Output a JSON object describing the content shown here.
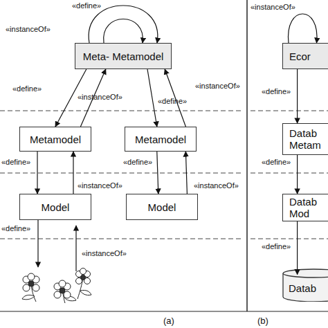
{
  "diagram": {
    "nodes": [
      {
        "text": [
          "Meta- Metamodel"
        ]
      },
      {
        "text": [
          "Metamodel"
        ]
      },
      {
        "text": [
          "Metamodel"
        ]
      },
      {
        "text": [
          "Model"
        ]
      },
      {
        "text": [
          "Model"
        ]
      },
      {
        "text": [
          "Ecor"
        ]
      },
      {
        "text": [
          "Datab Metam"
        ]
      },
      {
        "text": [
          "Datab Mod"
        ]
      },
      {
        "text": [
          "Datab"
        ]
      }
    ],
    "edges": [
      {
        "from": 0,
        "to": 0,
        "label": "«instanceOf»",
        "arrow": "to"
      },
      {
        "from": 0,
        "to": 0,
        "label": "«define»",
        "arrow": "to"
      },
      {
        "from": 0,
        "to": 1,
        "label": "«define»",
        "arrow": "to"
      },
      {
        "from": 1,
        "to": 0,
        "label": "«instanceOf»",
        "arrow": "to"
      },
      {
        "from": 0,
        "to": 2,
        "label": "«define»",
        "arrow": "to"
      },
      {
        "from": 2,
        "to": 0,
        "label": "«instanceOf»",
        "arrow": "to"
      },
      {
        "from": 1,
        "to": 3,
        "label": "«define»",
        "arrow": "to"
      },
      {
        "from": 3,
        "to": 1,
        "label": "«instanceOf»",
        "arrow": "to"
      },
      {
        "from": 2,
        "to": 4,
        "label": "«define»",
        "arrow": "to"
      },
      {
        "from": 4,
        "to": 2,
        "label": "«instanceOf»",
        "arrow": "to"
      },
      {
        "from": 5,
        "to": 5,
        "label": "«instanceOf»",
        "arrow": "to"
      },
      {
        "from": 5,
        "to": 6,
        "label": "«define»",
        "arrow": "to"
      },
      {
        "from": 6,
        "to": 7,
        "label": "«define»",
        "arrow": "to"
      },
      {
        "from": 7,
        "to": 8,
        "label": "«define»",
        "arrow": "to"
      }
    ],
    "labels": [
      "«define»",
      "«instanceOf»",
      "(a)",
      "(b)"
    ]
  }
}
